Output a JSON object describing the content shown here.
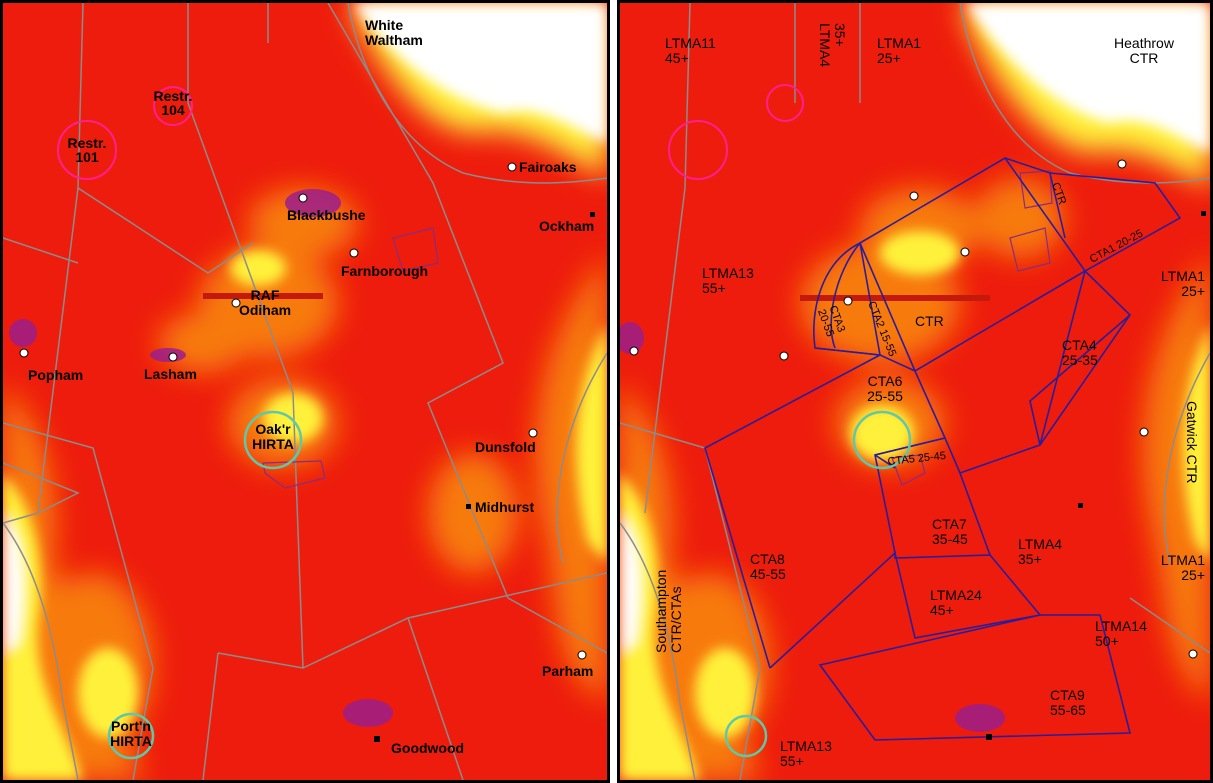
{
  "colors": {
    "heat_high": "#ee1c0c",
    "heat_mid": "#f77a10",
    "heat_low": "#fff13a",
    "clear": "#ffffff",
    "boundary": "#8c8c8c",
    "airspace": "#2a1d9b",
    "restricted": "#ff1f8e",
    "hirta": "#5dc9a9",
    "hotspot": "#9b1f8b"
  },
  "left_map": {
    "places": [
      {
        "id": "white-waltham",
        "lines": [
          "White",
          "Waltham"
        ]
      },
      {
        "id": "restr-104",
        "lines": [
          "Restr.",
          "104"
        ]
      },
      {
        "id": "restr-101",
        "lines": [
          "Restr.",
          "101"
        ]
      },
      {
        "id": "fairoaks",
        "lines": [
          "Fairoaks"
        ]
      },
      {
        "id": "blackbushe",
        "lines": [
          "Blackbushe"
        ]
      },
      {
        "id": "ockham",
        "lines": [
          "Ockham"
        ]
      },
      {
        "id": "farnborough",
        "lines": [
          "Farnborough"
        ]
      },
      {
        "id": "raf-odiham",
        "lines": [
          "RAF",
          "Odiham"
        ]
      },
      {
        "id": "popham",
        "lines": [
          "Popham"
        ]
      },
      {
        "id": "lasham",
        "lines": [
          "Lasham"
        ]
      },
      {
        "id": "oakr-hirta",
        "lines": [
          "Oak'r",
          "HIRTA"
        ]
      },
      {
        "id": "dunsfold",
        "lines": [
          "Dunsfold"
        ]
      },
      {
        "id": "midhurst",
        "lines": [
          "Midhurst"
        ]
      },
      {
        "id": "parham",
        "lines": [
          "Parham"
        ]
      },
      {
        "id": "portn-hirta",
        "lines": [
          "Port'n",
          "HIRTA"
        ]
      },
      {
        "id": "goodwood",
        "lines": [
          "Goodwood"
        ]
      }
    ]
  },
  "right_map": {
    "labels": [
      {
        "id": "ltma11",
        "lines": [
          "LTMA11",
          "45+"
        ]
      },
      {
        "id": "ltma4-top",
        "lines": [
          "LTMA4",
          "35+"
        ]
      },
      {
        "id": "ltma1-top",
        "lines": [
          "LTMA1",
          "25+"
        ]
      },
      {
        "id": "heathrow-ctr",
        "lines": [
          "Heathrow",
          "CTR"
        ]
      },
      {
        "id": "ctr-small",
        "lines": [
          "CTR"
        ]
      },
      {
        "id": "cta1",
        "lines": [
          "CTA1 20-25"
        ]
      },
      {
        "id": "ltma13-mid",
        "lines": [
          "LTMA13",
          "55+"
        ]
      },
      {
        "id": "ltma1-mid",
        "lines": [
          "LTMA1",
          "25+"
        ]
      },
      {
        "id": "cta3",
        "lines": [
          "CTA3",
          "20-55"
        ]
      },
      {
        "id": "cta2",
        "lines": [
          "CTA2 15-55"
        ]
      },
      {
        "id": "ctr-main",
        "lines": [
          "CTR"
        ]
      },
      {
        "id": "cta4",
        "lines": [
          "CTA4",
          "25-35"
        ]
      },
      {
        "id": "gatwick-ctr",
        "lines": [
          "Gatwick CTR"
        ]
      },
      {
        "id": "cta6",
        "lines": [
          "CTA6",
          "25-55"
        ]
      },
      {
        "id": "cta5",
        "lines": [
          "CTA5 25-45"
        ]
      },
      {
        "id": "cta7",
        "lines": [
          "CTA7",
          "35-45"
        ]
      },
      {
        "id": "ltma4-low",
        "lines": [
          "LTMA4",
          "35+"
        ]
      },
      {
        "id": "ltma1-low",
        "lines": [
          "LTMA1",
          "25+"
        ]
      },
      {
        "id": "southampton",
        "lines": [
          "Southampton",
          "CTR/CTAs"
        ]
      },
      {
        "id": "cta8",
        "lines": [
          "CTA8",
          "45-55"
        ]
      },
      {
        "id": "ltma24",
        "lines": [
          "LTMA24",
          "45+"
        ]
      },
      {
        "id": "ltma14",
        "lines": [
          "LTMA14",
          "50+"
        ]
      },
      {
        "id": "cta9",
        "lines": [
          "CTA9",
          "55-65"
        ]
      },
      {
        "id": "ltma13-low",
        "lines": [
          "LTMA13",
          "55+"
        ]
      }
    ]
  }
}
